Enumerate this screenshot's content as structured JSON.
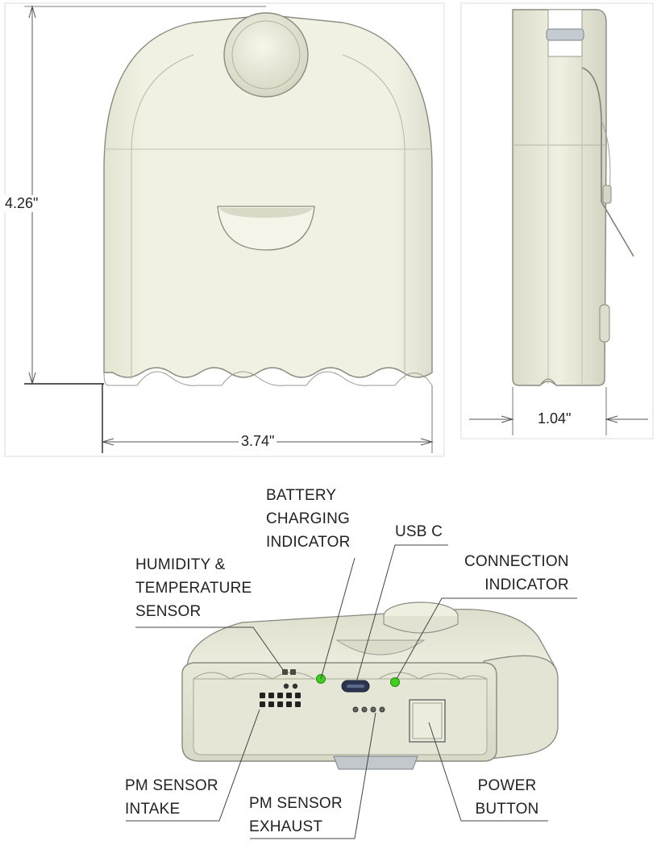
{
  "dimensions": {
    "height": "4.26\"",
    "width": "3.74\"",
    "depth": "1.04\""
  },
  "callouts": {
    "humidity_temperature": [
      "HUMIDITY &",
      "TEMPERATURE",
      "SENSOR"
    ],
    "battery_charging": [
      "BATTERY",
      "CHARGING",
      "INDICATOR"
    ],
    "usb_c": [
      "USB C"
    ],
    "connection": [
      "CONNECTION",
      "INDICATOR"
    ],
    "pm_intake": [
      "PM SENSOR",
      "INTAKE"
    ],
    "pm_exhaust": [
      "PM SENSOR",
      "EXHAUST"
    ],
    "power_button": [
      "POWER",
      "BUTTON"
    ]
  },
  "colors": {
    "body": "#ebebdc",
    "outline": "#8a8a80",
    "led_on": "#3fcf1f",
    "port": "#2b3550"
  }
}
